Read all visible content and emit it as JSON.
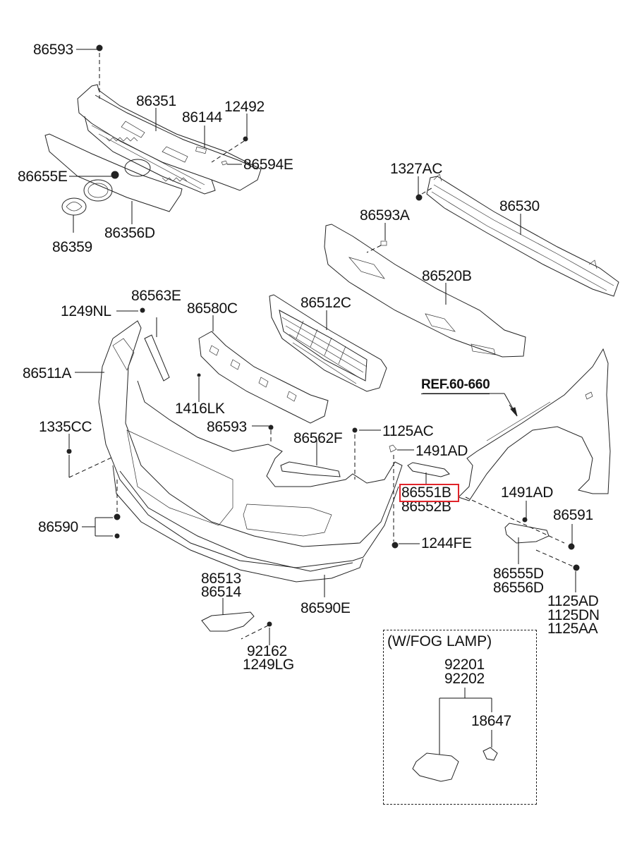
{
  "diagram": {
    "title": "Front Bumper & Radiator Grille Parts Diagram",
    "reference": "REF.60-660",
    "highlighted_part": "86551B",
    "highlight_color": "#e0242a",
    "fog_lamp_group": {
      "title": "(W/FOG LAMP)",
      "parts": [
        "92201",
        "92202",
        "18647"
      ]
    },
    "labels": [
      {
        "id": "86593-top",
        "text": "86593"
      },
      {
        "id": "86351",
        "text": "86351"
      },
      {
        "id": "86144",
        "text": "86144"
      },
      {
        "id": "12492",
        "text": "12492"
      },
      {
        "id": "86594E",
        "text": "86594E"
      },
      {
        "id": "86655E",
        "text": "86655E"
      },
      {
        "id": "86359",
        "text": "86359"
      },
      {
        "id": "86356D",
        "text": "86356D"
      },
      {
        "id": "1327AC",
        "text": "1327AC"
      },
      {
        "id": "86530",
        "text": "86530"
      },
      {
        "id": "86593A",
        "text": "86593A"
      },
      {
        "id": "86520B",
        "text": "86520B"
      },
      {
        "id": "86563E",
        "text": "86563E"
      },
      {
        "id": "1249NL",
        "text": "1249NL"
      },
      {
        "id": "86580C",
        "text": "86580C"
      },
      {
        "id": "86512C",
        "text": "86512C"
      },
      {
        "id": "86511A",
        "text": "86511A"
      },
      {
        "id": "1416LK",
        "text": "1416LK"
      },
      {
        "id": "1335CC",
        "text": "1335CC"
      },
      {
        "id": "86593-mid",
        "text": "86593"
      },
      {
        "id": "86562F",
        "text": "86562F"
      },
      {
        "id": "1125AC",
        "text": "1125AC"
      },
      {
        "id": "1491AD-left",
        "text": "1491AD"
      },
      {
        "id": "86551B",
        "text": "86551B"
      },
      {
        "id": "86552B",
        "text": "86552B"
      },
      {
        "id": "1491AD-right",
        "text": "1491AD"
      },
      {
        "id": "86591",
        "text": "86591"
      },
      {
        "id": "86590",
        "text": "86590"
      },
      {
        "id": "1244FE",
        "text": "1244FE"
      },
      {
        "id": "86555D",
        "text": "86555D"
      },
      {
        "id": "86556D",
        "text": "86556D"
      },
      {
        "id": "1125AD",
        "text": "1125AD"
      },
      {
        "id": "1125DN",
        "text": "1125DN"
      },
      {
        "id": "1125AA",
        "text": "1125AA"
      },
      {
        "id": "86513",
        "text": "86513"
      },
      {
        "id": "86514",
        "text": "86514"
      },
      {
        "id": "86590E",
        "text": "86590E"
      },
      {
        "id": "92162",
        "text": "92162"
      },
      {
        "id": "1249LG",
        "text": "1249LG"
      },
      {
        "id": "92201",
        "text": "92201"
      },
      {
        "id": "92202",
        "text": "92202"
      },
      {
        "id": "18647",
        "text": "18647"
      }
    ]
  }
}
